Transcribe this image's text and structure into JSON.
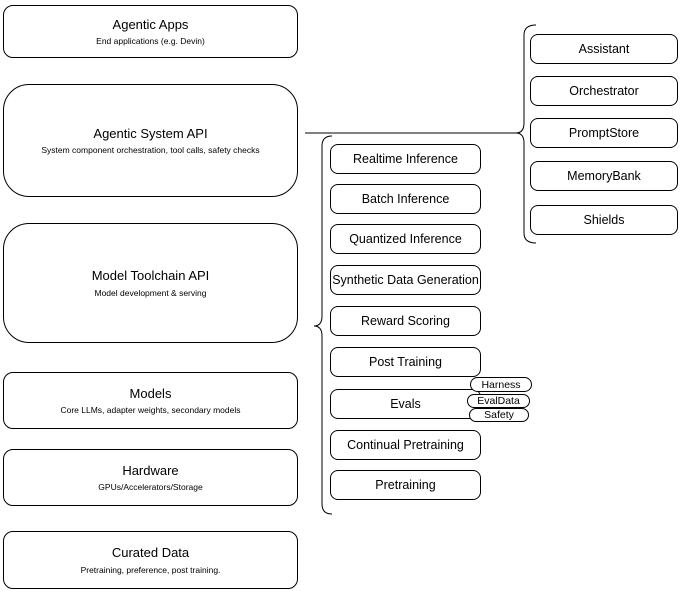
{
  "diagram": {
    "stack": [
      {
        "title": "Agentic Apps",
        "subtitle": "End applications (e.g. Devin)"
      },
      {
        "title": "Agentic System API",
        "subtitle": "System component orchestration, tool calls, safety checks"
      },
      {
        "title": "Model Toolchain API",
        "subtitle": "Model development & serving"
      },
      {
        "title": "Models",
        "subtitle": "Core LLMs, adapter weights, secondary models"
      },
      {
        "title": "Hardware",
        "subtitle": "GPUs/Accelerators/Storage"
      },
      {
        "title": "Curated Data",
        "subtitle": "Pretraining, preference, post training."
      }
    ],
    "toolchain_services": [
      "Realtime Inference",
      "Batch Inference",
      "Quantized Inference",
      "Synthetic Data Generation",
      "Reward Scoring",
      "Post Training",
      "Evals",
      "Continual Pretraining",
      "Pretraining"
    ],
    "eval_tags": [
      "Harness",
      "EvalData",
      "Safety"
    ],
    "system_components": [
      "Assistant",
      "Orchestrator",
      "PromptStore",
      "MemoryBank",
      "Shields"
    ],
    "colors": {
      "stroke": "#000000",
      "fill": "#ffffff",
      "text": "#000000"
    }
  }
}
